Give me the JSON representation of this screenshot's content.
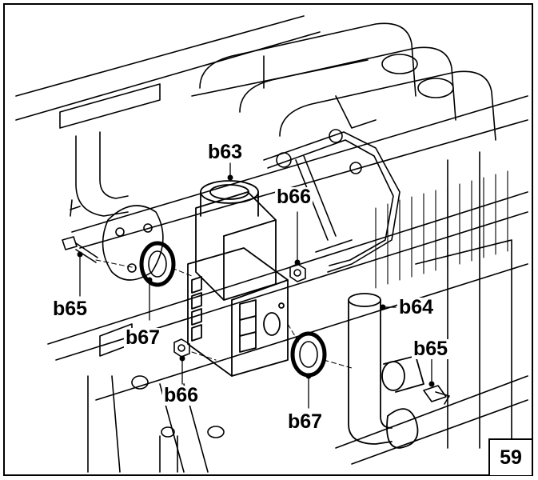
{
  "figure": {
    "number": "59"
  },
  "callouts": {
    "b63": "b63",
    "b64": "b64",
    "b65_left": "b65",
    "b65_right": "b65",
    "b66_top": "b66",
    "b66_bottom": "b66",
    "b67_left": "b67",
    "b67_bottom": "b67"
  },
  "colors": {
    "ink": "#000000",
    "paper": "#ffffff"
  }
}
